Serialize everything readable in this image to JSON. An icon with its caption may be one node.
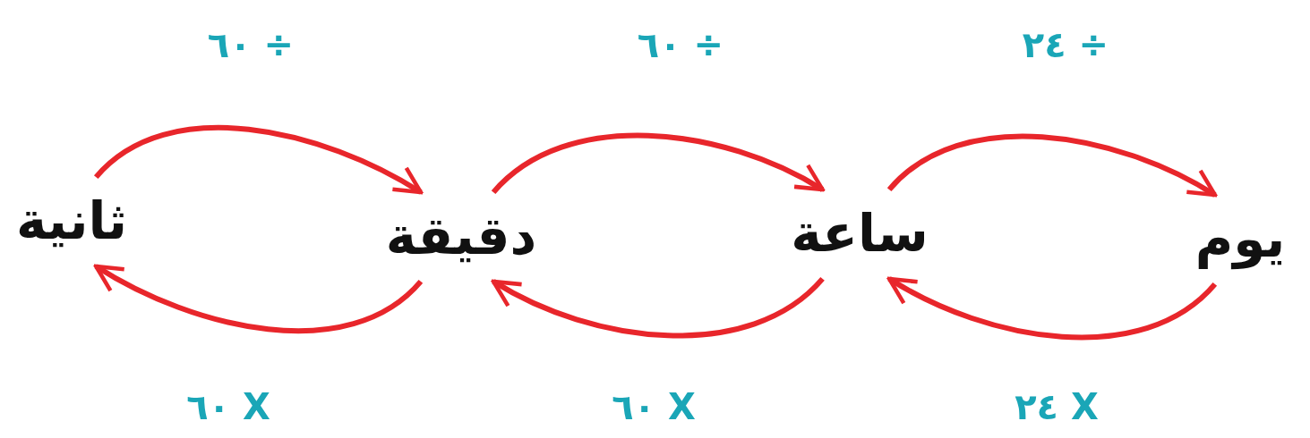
{
  "diagram": {
    "nodes": [
      {
        "text": [
          "يوم"
        ]
      },
      {
        "text": [
          "ساعة"
        ]
      },
      {
        "text": [
          "دقيقة"
        ]
      },
      {
        "text": [
          "ثانية"
        ]
      }
    ],
    "edges": [
      {
        "from": 3,
        "to": 2,
        "arrow": "to",
        "label": "÷ ٦٠"
      },
      {
        "from": 2,
        "to": 1,
        "arrow": "to",
        "label": "÷ ٦٠"
      },
      {
        "from": 1,
        "to": 0,
        "arrow": "to",
        "label": "÷ ٢٤"
      },
      {
        "from": 2,
        "to": 3,
        "arrow": "to",
        "label": "X ٦٠"
      },
      {
        "from": 1,
        "to": 2,
        "arrow": "to",
        "label": "X ٦٠"
      },
      {
        "from": 0,
        "to": 1,
        "arrow": "to",
        "label": "X ٢٤"
      }
    ]
  }
}
